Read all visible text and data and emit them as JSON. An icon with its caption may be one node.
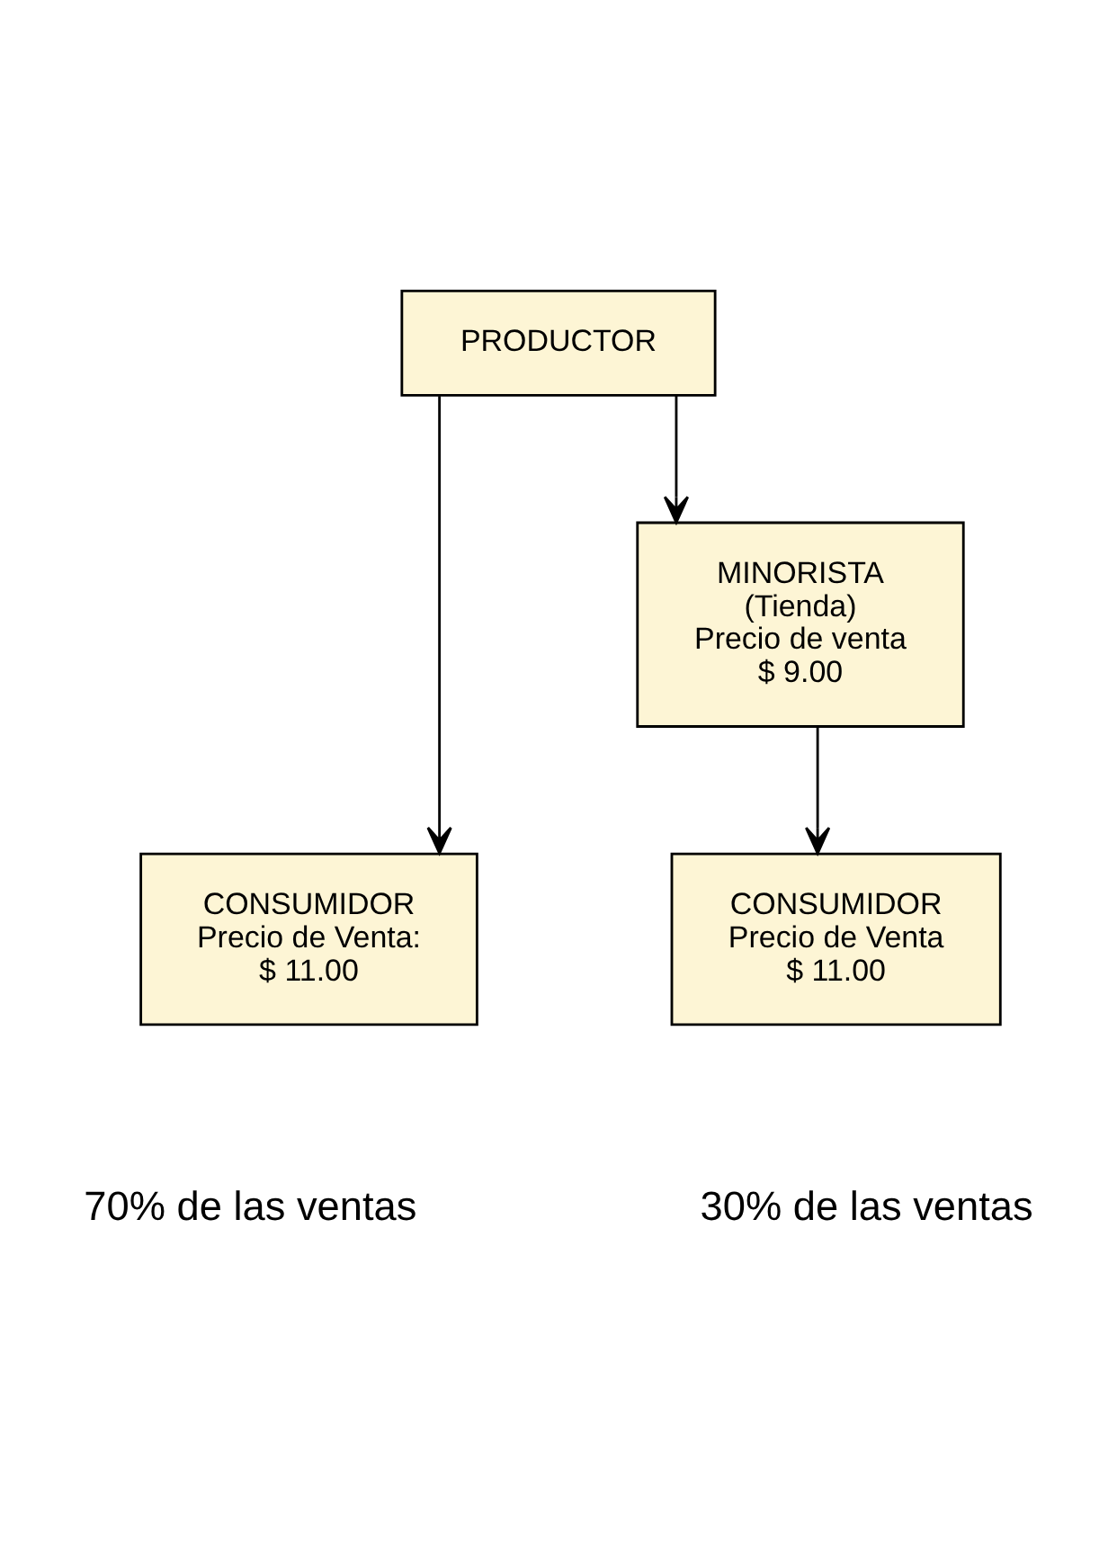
{
  "diagram": {
    "nodes": [
      {
        "text": [
          "PRODUCTOR"
        ]
      },
      {
        "text": [
          "MINORISTA",
          "(Tienda)",
          "Precio de venta",
          "$ 9.00"
        ]
      },
      {
        "text": [
          "CONSUMIDOR",
          "Precio de Venta:",
          "$ 11.00"
        ],
        "beside": [
          "70% de las ventas"
        ]
      },
      {
        "text": [
          "CONSUMIDOR",
          "Precio de Venta",
          "$ 11.00"
        ],
        "beside": [
          "30% de las ventas"
        ]
      }
    ],
    "edges": [
      {
        "from": 0,
        "to": 2,
        "arrow": "to"
      },
      {
        "from": 0,
        "to": 1,
        "arrow": "to"
      },
      {
        "from": 1,
        "to": 3,
        "arrow": "to"
      }
    ]
  }
}
